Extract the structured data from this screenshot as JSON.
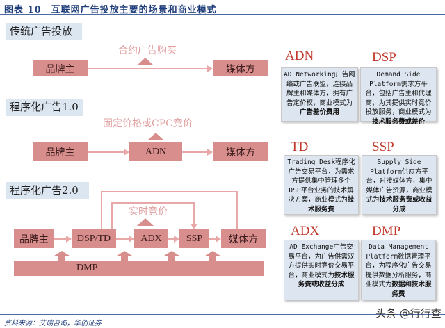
{
  "title": "图表 10　互联网广告投放主要的场景和商业模式",
  "sections": [
    {
      "label": "传统广告投放",
      "note": "合约广告购买",
      "nodes": [
        "品牌主",
        "媒体方"
      ]
    },
    {
      "label": "程序化广告1.0",
      "note": "固定价格或CPC竞价",
      "nodes": [
        "品牌主",
        "ADN",
        "媒体方"
      ]
    },
    {
      "label": "程序化广告2.0",
      "note": "实时竞价",
      "nodes": [
        "品牌主",
        "DSP/TD",
        "ADX",
        "SSP",
        "媒体方"
      ],
      "base": "DMP"
    }
  ],
  "cards": [
    {
      "title": "ADN",
      "text": "AD Networking广告网络或广告联盟，连接品牌主和媒体方，拥有广告定价权，商业模式为",
      "bold": "广告差价费用"
    },
    {
      "title": "DSP",
      "text": "Demand Side Platform需求方平台，包括广告主和代理商，为其提供实时竞价投放服务，商业模式为",
      "bold": "技术服务费或差价"
    },
    {
      "title": "TD",
      "text": "Trading Desk程序化广告交易平台，为需求方提供集中管理多个DSP平台业务的技术解决方案，商业模式为",
      "bold": "技术服务费"
    },
    {
      "title": "SSP",
      "text": "Supply Side Platform供应方平台，对接媒体方，集中媒体广告资源，商业模式为",
      "bold": "技术服务费或收益分成"
    },
    {
      "title": "ADX",
      "text": "AD Exchange广告交易平台，为广告供需双方提供实时竞价交易平台，商业模式为",
      "bold": "技术服务费或收益分成"
    },
    {
      "title": "DMP",
      "text": "Data Management Platform数据管理平台，为程序化广告交易提供数据分析服务，商业模式为",
      "bold": "数据和技术服务费"
    }
  ],
  "footer": "资料来源：艾瑞咨询，华创证券",
  "watermark": "头条 @行行查"
}
